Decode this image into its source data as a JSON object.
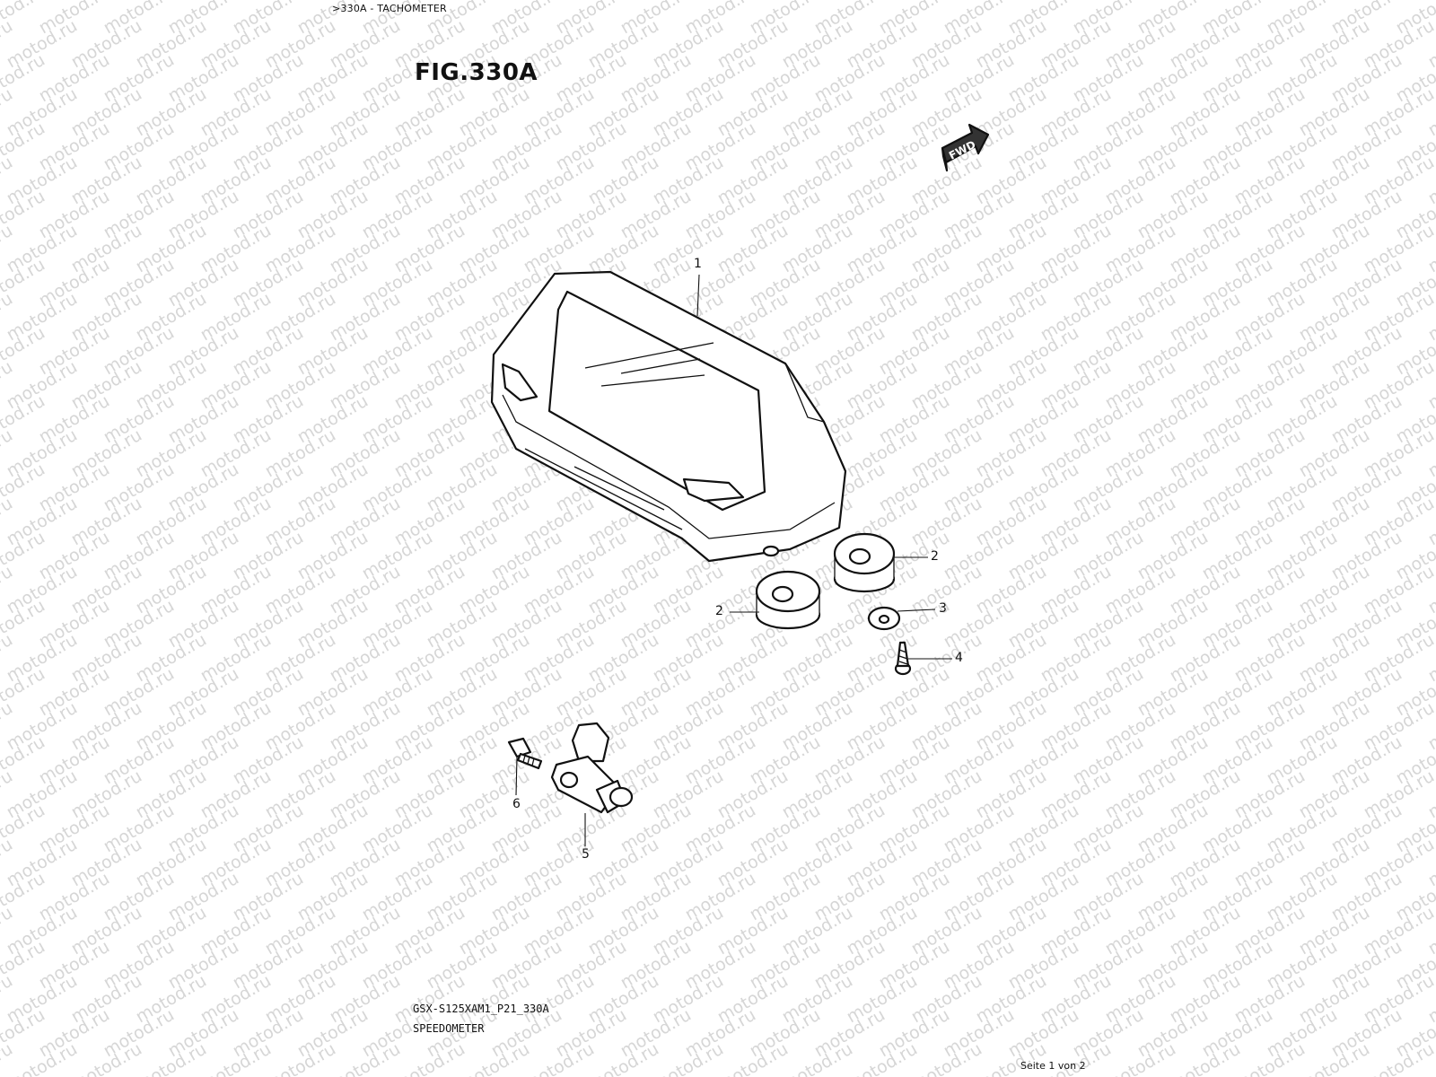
{
  "header": {
    "breadcrumb": ">330A - TACHOMETER"
  },
  "figure": {
    "title": "FIG.330A",
    "fwd_label": "FWD"
  },
  "callouts": [
    {
      "id": "1",
      "label": "1"
    },
    {
      "id": "2a",
      "label": "2"
    },
    {
      "id": "2b",
      "label": "2"
    },
    {
      "id": "3",
      "label": "3"
    },
    {
      "id": "4",
      "label": "4"
    },
    {
      "id": "5",
      "label": "5"
    },
    {
      "id": "6",
      "label": "6"
    }
  ],
  "footer": {
    "model_code": "GSX-S125XAM1_P21_330A",
    "description": "SPEEDOMETER",
    "page": "Seite 1 von 2"
  },
  "watermark": {
    "text": "motod.ru"
  }
}
